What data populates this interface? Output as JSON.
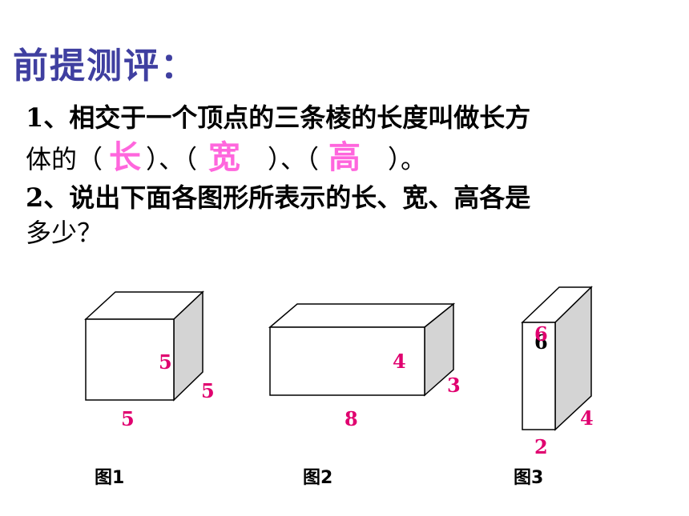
{
  "title": "前提测评：",
  "q1": {
    "line1": "1、相交于一个顶点的三条棱的长度叫做长方",
    "line2_a": "体的（",
    "answer_1": "长",
    "line2_b": "）、（",
    "answer_2": "宽",
    "line2_c": "）、（",
    "answer_3": "高",
    "line2_d": "）。"
  },
  "q2": {
    "line1": "2、说出下面各图形所表示的长、宽、高各是",
    "line2": "多少？"
  },
  "figures": [
    {
      "caption": "图1",
      "length": "5",
      "width": "5",
      "height": "5"
    },
    {
      "caption": "图2",
      "length": "8",
      "width": "3",
      "height": "4"
    },
    {
      "caption": "图3",
      "length": "2",
      "width": "4",
      "height": "6",
      "height_overlap": "6"
    }
  ],
  "colors": {
    "title": "#3f3fa0",
    "answer": "#ff66dd",
    "label": "#e0006f",
    "side_face": "#d4d4d4"
  }
}
